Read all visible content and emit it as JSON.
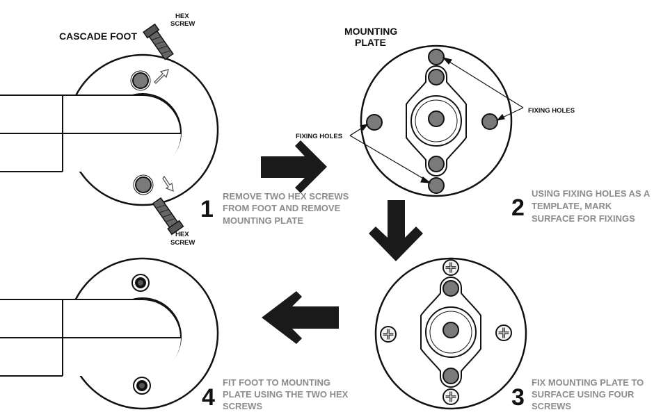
{
  "labels": {
    "cascade_foot": "CASCADE FOOT",
    "hex_screw_top_1": "HEX",
    "hex_screw_top_2": "SCREW",
    "hex_screw_bottom_1": "HEX",
    "hex_screw_bottom_2": "SCREW",
    "mounting_plate_1": "MOUNTING",
    "mounting_plate_2": "PLATE",
    "fixing_holes_left": "FIXING HOLES",
    "fixing_holes_right": "FIXING HOLES"
  },
  "steps": [
    {
      "number": "1",
      "lines": [
        "REMOVE TWO HEX SCREWS",
        "FROM FOOT AND REMOVE",
        "MOUNTING PLATE"
      ]
    },
    {
      "number": "2",
      "lines": [
        "USING FIXING HOLES AS A",
        "TEMPLATE, MARK",
        "SURFACE FOR FIXINGS"
      ]
    },
    {
      "number": "3",
      "lines": [
        "FIX MOUNTING PLATE TO",
        "SURFACE USING FOUR",
        "SCREWS"
      ]
    },
    {
      "number": "4",
      "lines": [
        "FIT FOOT TO MOUNTING",
        "PLATE USING THE TWO HEX",
        "SCREWS"
      ]
    }
  ],
  "colors": {
    "ink": "#111111",
    "step_text": "#8c8c8c",
    "hole_fill": "#7a7a7a",
    "screw_fill": "#666666",
    "arrow_fill": "#1a1a1a"
  }
}
